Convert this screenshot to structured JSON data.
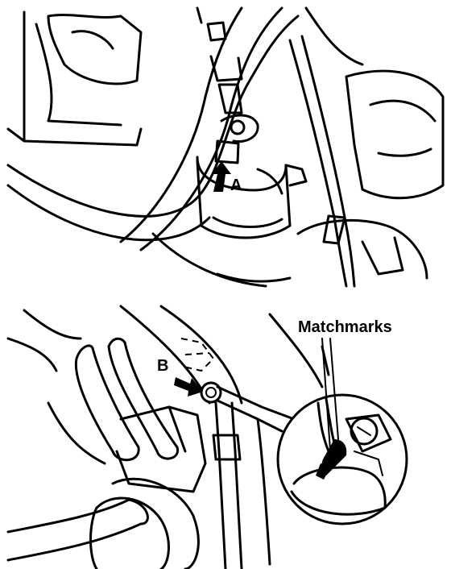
{
  "labels": {
    "a": "A",
    "b": "B",
    "matchmarks": "Matchmarks"
  }
}
